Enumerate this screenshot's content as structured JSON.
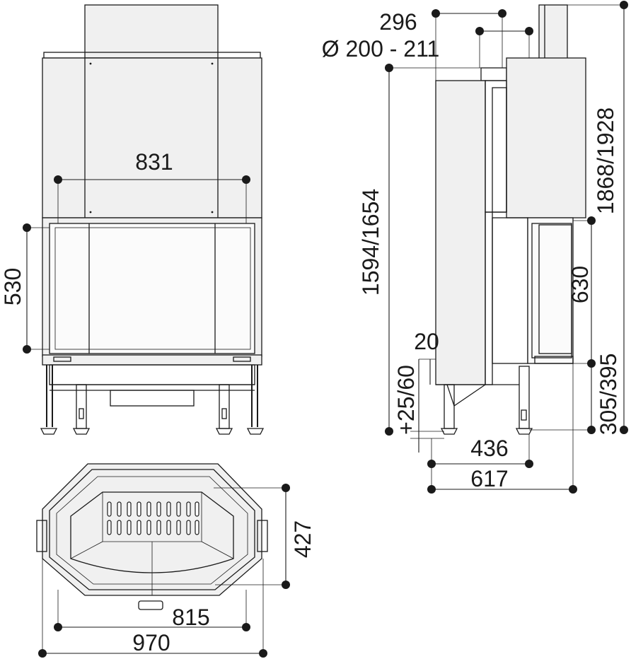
{
  "front_view": {
    "width_label": "831",
    "door_height_label": "530"
  },
  "side_view": {
    "flue_offset_label": "296",
    "flue_diameter_label": "Ø 200 - 211",
    "total_height_label": "1868/1928",
    "body_height_label": "1594/1654",
    "door_height_label": "630",
    "gap_label": "20",
    "foot_adjust_label": "+25/60",
    "floor_to_door_label": "305/395",
    "depth_label": "436",
    "total_depth_label": "617"
  },
  "top_view": {
    "depth_label": "427",
    "inner_width_label": "815",
    "outer_width_label": "970"
  }
}
